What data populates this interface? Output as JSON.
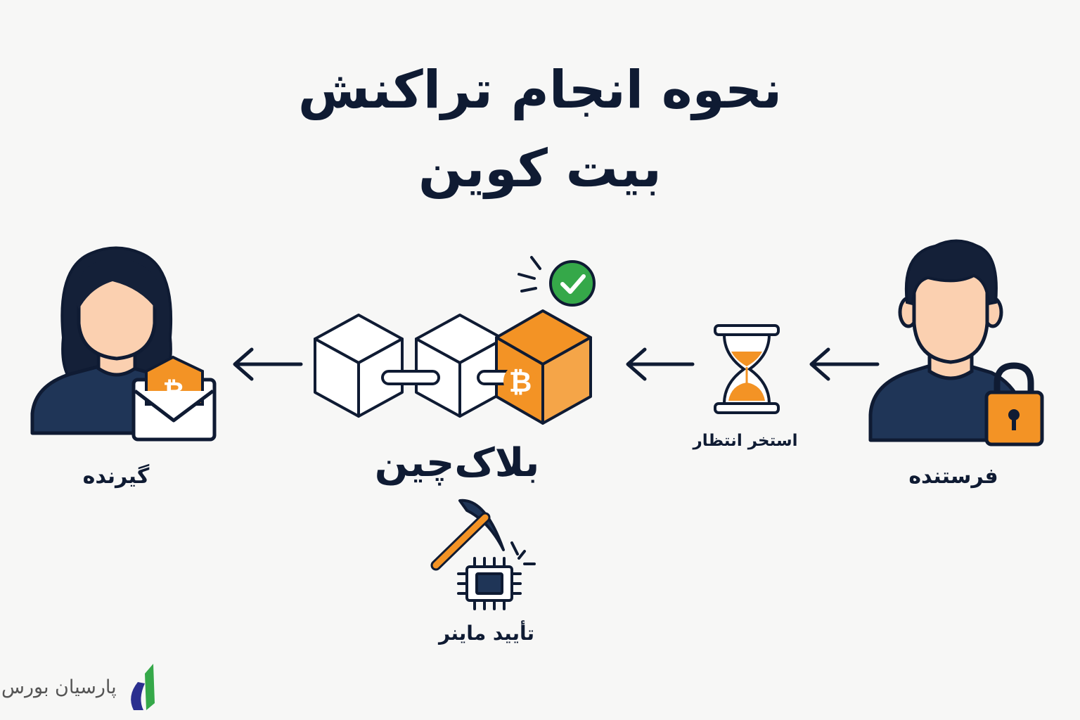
{
  "title": {
    "line1": "نحوه انجام تراکنش",
    "line2": "بیت کوین"
  },
  "nodes": {
    "sender": "فرستنده",
    "pool": "استخر انتظار",
    "blockchain": "بلاک‌چین",
    "miner": "تأیید ماینر",
    "receiver": "گیرنده"
  },
  "branding": {
    "logo_text": "پارسیان بورس"
  },
  "colors": {
    "navy": "#1f3557",
    "orange": "#f39325",
    "green": "#35a849",
    "skin": "#fbd0b0",
    "hair": "#142038"
  }
}
